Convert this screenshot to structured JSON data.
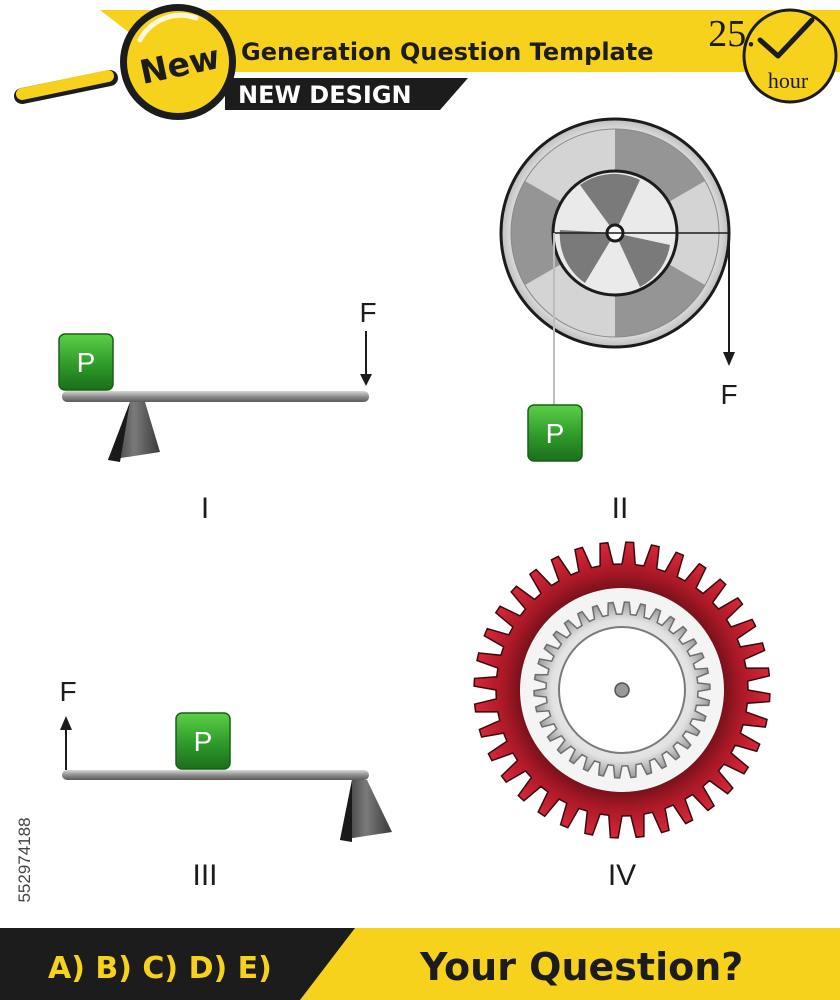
{
  "header": {
    "badge": "New",
    "title": "Generation Question Template",
    "subtitle": "NEW DESIGN",
    "timer_value": "25.",
    "timer_unit": "hour"
  },
  "watermark": {
    "side_id": "552974188"
  },
  "diagrams": {
    "lever1": {
      "mass_label": "P",
      "force_label": "F",
      "caption": "I"
    },
    "pulley": {
      "mass_label": "P",
      "force_label": "F",
      "caption": "II"
    },
    "lever3": {
      "mass_label": "P",
      "force_label": "F",
      "caption": "III"
    },
    "gear": {
      "caption": "IV"
    }
  },
  "footer": {
    "options": "A) B) C) D) E)",
    "question": "Your Question?"
  },
  "colors": {
    "accent_yellow": "#f7d21d",
    "dark_band": "#1c1c1c",
    "block_green": "#2e9a2a",
    "gear_red": "#b01826"
  }
}
